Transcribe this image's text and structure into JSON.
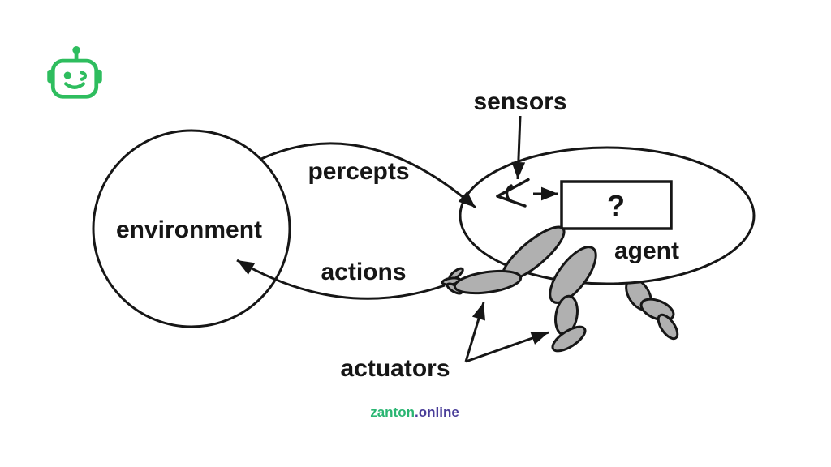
{
  "colors": {
    "ink": "#161616",
    "limb_gray": "#b0b0b0",
    "shape_fill": "#ffffff",
    "logo_green": "#2ebd5e",
    "watermark_name_green": "#2bb673",
    "watermark_tld_purple": "#4a3e99",
    "background": "#ffffff"
  },
  "diagram": {
    "environment_label": "environment",
    "agent_label": "agent",
    "sensors_label": "sensors",
    "percepts_label": "percepts",
    "actions_label": "actions",
    "actuators_label": "actuators",
    "program_box_label": "?",
    "icons": {
      "robot_logo": "robot-logo-icon",
      "agent_eye": "eye-icon",
      "arrowheads": "arrowhead-icon"
    }
  },
  "watermark": {
    "site": "zanton",
    "tld": ".online"
  }
}
